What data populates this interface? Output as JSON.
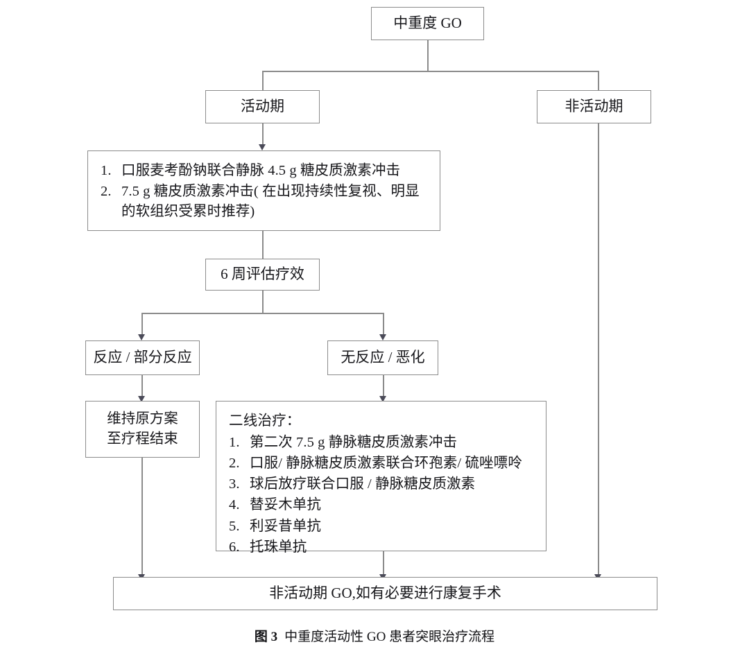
{
  "figure": {
    "caption_label": "图 3",
    "caption_text": "中重度活动性 GO 患者突眼治疗流程",
    "line_color": "#8b8b8b",
    "arrow_color": "#4a4a58",
    "box_border_color": "#8b8b8b",
    "background": "#ffffff",
    "text_color": "#16161a"
  },
  "nodes": {
    "root": {
      "label": "中重度 GO"
    },
    "active": {
      "label": "活动期"
    },
    "inactive": {
      "label": "非活动期"
    },
    "first_line": {
      "items": [
        {
          "marker": "1.",
          "text": "口服麦考酚钠联合静脉 4.5 g 糖皮质激素冲击"
        },
        {
          "marker": "2.",
          "text": "7.5 g 糖皮质激素冲击( 在出现持续性复视、明显\n的软组织受累时推荐)"
        }
      ]
    },
    "assess": {
      "label": "6 周评估疗效"
    },
    "response": {
      "label": "反应 / 部分反应"
    },
    "no_response": {
      "label": "无反应 / 恶化"
    },
    "maintain": {
      "label": "维持原方案\n至疗程结束"
    },
    "second_line": {
      "lead": "二线治疗：",
      "items": [
        {
          "marker": "1.",
          "text": "第二次 7.5 g 静脉糖皮质激素冲击"
        },
        {
          "marker": "2.",
          "text": "口服/ 静脉糖皮质激素联合环孢素/ 硫唑嘌呤"
        },
        {
          "marker": "3.",
          "text": "球后放疗联合口服 / 静脉糖皮质激素"
        },
        {
          "marker": "4.",
          "text": "替妥木单抗"
        },
        {
          "marker": "5.",
          "text": "利妥昔单抗"
        },
        {
          "marker": "6.",
          "text": "托珠单抗"
        }
      ]
    },
    "outcome": {
      "label": "非活动期 GO,如有必要进行康复手术"
    }
  }
}
